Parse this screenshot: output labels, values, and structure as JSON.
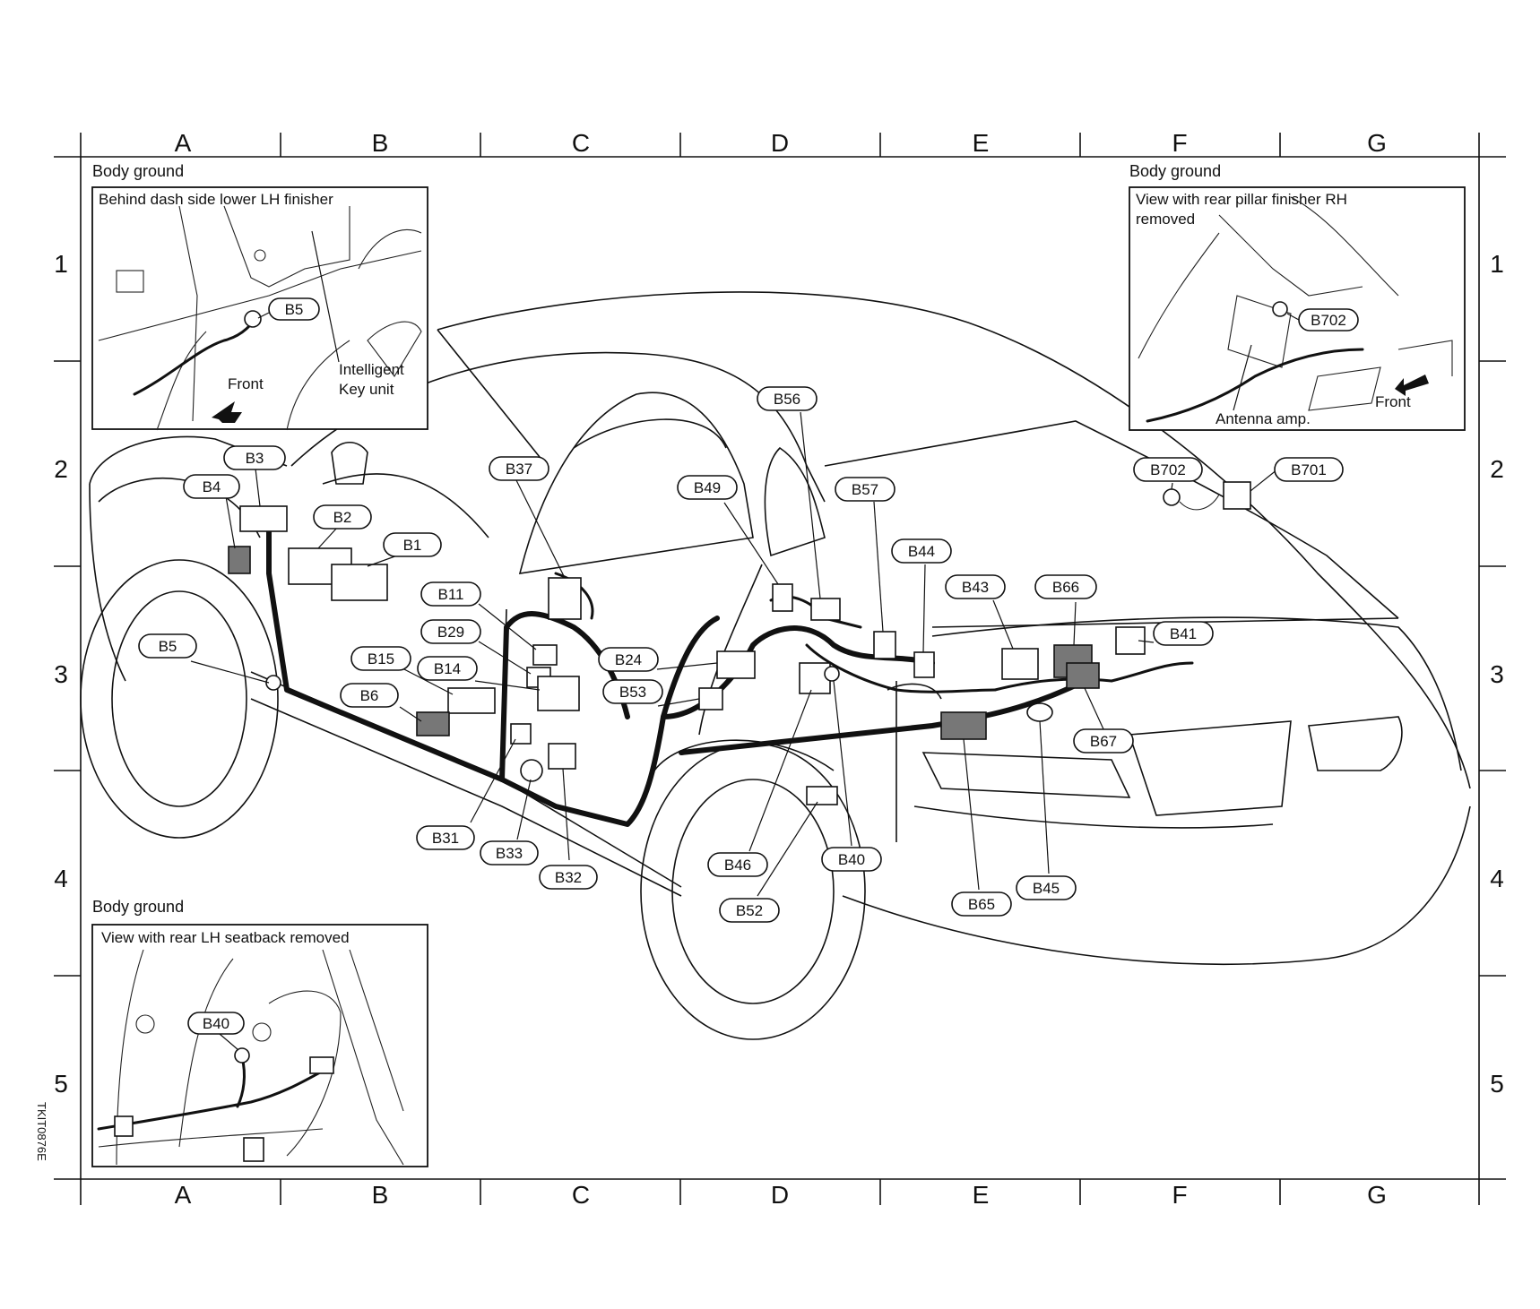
{
  "grid": {
    "columns": [
      "A",
      "B",
      "C",
      "D",
      "E",
      "F",
      "G"
    ],
    "rows": [
      "1",
      "2",
      "3",
      "4",
      "5"
    ]
  },
  "insets": {
    "top_left": {
      "title": "Body ground",
      "caption": "Behind dash side lower LH finisher",
      "labels": {
        "connector": "B5",
        "front": "Front",
        "unit_line1": "Intelligent",
        "unit_line2": "Key unit"
      }
    },
    "top_right": {
      "title": "Body ground",
      "caption_line1": "View with rear pillar finisher RH",
      "caption_line2": "removed",
      "labels": {
        "connector": "B702",
        "front": "Front",
        "amp": "Antenna amp."
      }
    },
    "bottom_left": {
      "title": "Body ground",
      "caption": "View with rear LH seatback removed",
      "labels": {
        "connector": "B40"
      }
    }
  },
  "connectors": [
    {
      "id": "B3",
      "label": "B3"
    },
    {
      "id": "B4",
      "label": "B4"
    },
    {
      "id": "B2",
      "label": "B2"
    },
    {
      "id": "B1",
      "label": "B1"
    },
    {
      "id": "B5",
      "label": "B5"
    },
    {
      "id": "B37",
      "label": "B37"
    },
    {
      "id": "B11",
      "label": "B11"
    },
    {
      "id": "B29",
      "label": "B29"
    },
    {
      "id": "B15",
      "label": "B15"
    },
    {
      "id": "B14",
      "label": "B14"
    },
    {
      "id": "B6",
      "label": "B6"
    },
    {
      "id": "B24",
      "label": "B24"
    },
    {
      "id": "B53",
      "label": "B53"
    },
    {
      "id": "B49",
      "label": "B49"
    },
    {
      "id": "B56",
      "label": "B56"
    },
    {
      "id": "B57",
      "label": "B57"
    },
    {
      "id": "B44",
      "label": "B44"
    },
    {
      "id": "B43",
      "label": "B43"
    },
    {
      "id": "B66",
      "label": "B66"
    },
    {
      "id": "B41",
      "label": "B41"
    },
    {
      "id": "B67",
      "label": "B67"
    },
    {
      "id": "B31",
      "label": "B31"
    },
    {
      "id": "B33",
      "label": "B33"
    },
    {
      "id": "B32",
      "label": "B32"
    },
    {
      "id": "B46",
      "label": "B46"
    },
    {
      "id": "B40",
      "label": "B40"
    },
    {
      "id": "B52",
      "label": "B52"
    },
    {
      "id": "B65",
      "label": "B65"
    },
    {
      "id": "B45",
      "label": "B45"
    },
    {
      "id": "B702",
      "label": "B702"
    },
    {
      "id": "B701",
      "label": "B701"
    }
  ],
  "document_code": "TKIT0876E"
}
